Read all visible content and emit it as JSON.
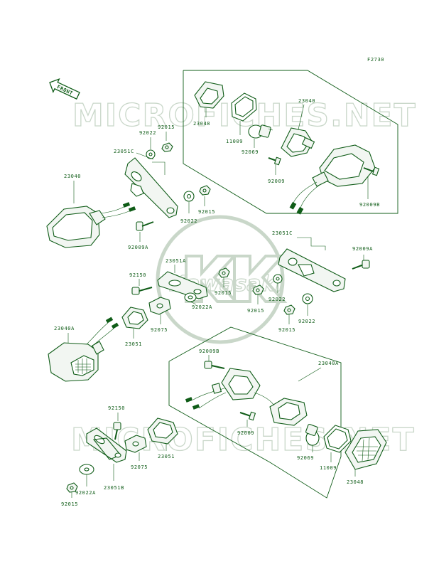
{
  "diagram_id": "F2730",
  "front_label": "FRONT",
  "watermark": "MICROFICHES.NET",
  "logo_text": "Kawasaki",
  "labels": {
    "l23040_top": "23040",
    "l23048_top": "23048",
    "l11009_top": "11009",
    "l92069_top": "92069",
    "l92009_top": "92009",
    "l92009B_top": "92009B",
    "l92022_a": "92022",
    "l92015_a": "92015",
    "l23051C_a": "23051C",
    "l23040_left": "23040",
    "l92015_b": "92015",
    "l92022_b": "92022",
    "l92009A_a": "92009A",
    "l23051C_b": "23051C",
    "l92009A_b": "92009A",
    "l23051A": "23051A",
    "l92150_a": "92150",
    "l92015_c": "92015",
    "l92022A_a": "92022A",
    "l92015_d": "92015",
    "l92022_c": "92022",
    "l92015_e": "92015",
    "l92022_d": "92022",
    "l92075_a": "92075",
    "l23051_a": "23051",
    "l23040A_left": "23040A",
    "l92009B_mid": "92009B",
    "l23040A_right": "23040A",
    "l92009_mid": "92009",
    "l92069_mid": "92069",
    "l11009_mid": "11009",
    "l23048_mid": "23048",
    "l92150_b": "92150",
    "l92075_b": "92075",
    "l23051_b": "23051",
    "l23051B": "23051B",
    "l92022A_b": "92022A",
    "l92015_f": "92015"
  },
  "colors": {
    "ink": "#0f5c17",
    "watermark": "#c9d7c9"
  }
}
